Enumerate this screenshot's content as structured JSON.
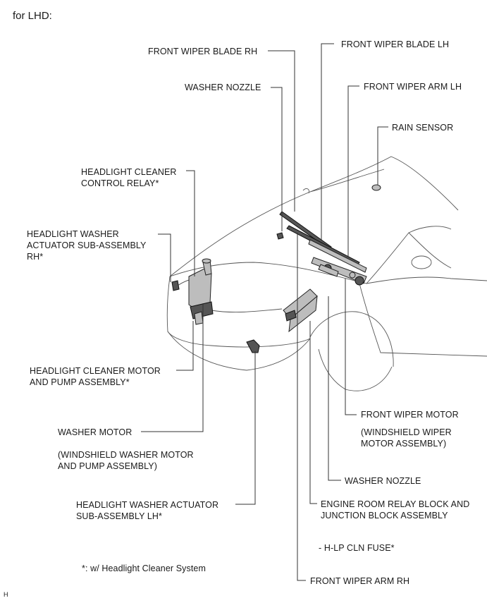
{
  "header": "for LHD:",
  "labels": {
    "front_wiper_blade_rh": "FRONT WIPER BLADE RH",
    "front_wiper_blade_lh": "FRONT WIPER BLADE LH",
    "washer_nozzle_top": "WASHER NOZZLE",
    "front_wiper_arm_lh": "FRONT WIPER ARM LH",
    "rain_sensor": "RAIN SENSOR",
    "headlight_cleaner_relay_1": "HEADLIGHT CLEANER",
    "headlight_cleaner_relay_2": "CONTROL RELAY*",
    "hl_washer_rh_1": "HEADLIGHT WASHER",
    "hl_washer_rh_2": "ACTUATOR SUB-ASSEMBLY",
    "hl_washer_rh_3": "RH*",
    "hl_cleaner_motor_1": "HEADLIGHT CLEANER MOTOR",
    "hl_cleaner_motor_2": "AND PUMP ASSEMBLY*",
    "front_wiper_motor": "FRONT WIPER MOTOR",
    "wiper_motor_sub_1": "(WINDSHIELD WIPER",
    "wiper_motor_sub_2": "MOTOR ASSEMBLY)",
    "washer_motor": "WASHER MOTOR",
    "washer_motor_sub_1": "(WINDSHIELD WASHER MOTOR",
    "washer_motor_sub_2": "AND PUMP ASSEMBLY)",
    "washer_nozzle_bottom": "WASHER NOZZLE",
    "hl_washer_lh_1": "HEADLIGHT WASHER ACTUATOR",
    "hl_washer_lh_2": "SUB-ASSEMBLY LH*",
    "engine_room_1": "ENGINE ROOM RELAY BLOCK AND",
    "engine_room_2": "JUNCTION BLOCK ASSEMBLY",
    "hlp_fuse": "- H-LP CLN FUSE*",
    "footnote": "*: w/ Headlight Cleaner System",
    "front_wiper_arm_rh": "FRONT WIPER ARM RH"
  },
  "figure_code": "H"
}
